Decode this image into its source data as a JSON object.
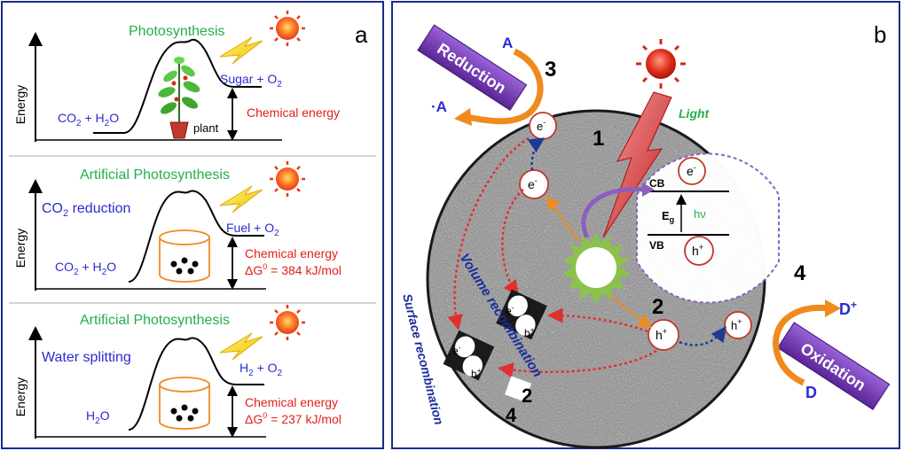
{
  "panel_a": {
    "label": "a",
    "axis_label": "Energy",
    "plant": {
      "title": "Photosynthesis",
      "reactant": "CO",
      "reactant_sub": "2",
      "reactant_tail": " + H",
      "reactant_sub2": "2",
      "reactant_end": "O",
      "product": "Sugar + O",
      "product_sub": "2",
      "object_label": "plant",
      "energy": "Chemical energy"
    },
    "co2": {
      "title": "Artificial Photosynthesis",
      "process": "CO",
      "process_sub": "2",
      "process_end": " reduction",
      "reactant": "CO",
      "reactant_sub": "2",
      "reactant_tail": " + H",
      "reactant_sub2": "2",
      "reactant_end": "O",
      "product": "Fuel + O",
      "product_sub": "2",
      "energy": "Chemical energy",
      "dg_prefix": "ΔG",
      "dg_sup": "0",
      "dg_value": " = 384 kJ/mol"
    },
    "water": {
      "title": "Artificial Photosynthesis",
      "process": "Water splitting",
      "reactant": "H",
      "reactant_sub": "2",
      "reactant_end": "O",
      "product": "H",
      "product_sub": "2",
      "product_tail": " + O",
      "product_sub2": "2",
      "energy": "Chemical energy",
      "dg_prefix": "ΔG",
      "dg_sup": "0",
      "dg_value": " = 237 kJ/mol"
    }
  },
  "panel_b": {
    "label": "b",
    "light": "Light",
    "reduction": "Reduction",
    "oxidation": "Oxidation",
    "acceptor": "A",
    "acceptor_reduced": "·A",
    "donor": "D",
    "donor_oxidized": "D",
    "donor_oxidized_sup": "+",
    "electron": "e",
    "electron_sup": "-",
    "hole": "h",
    "hole_sup": "+",
    "cb": "CB",
    "vb": "VB",
    "eg": "E",
    "eg_sub": "g",
    "hv": "hν",
    "volume_recombination": "Volume recombination",
    "surface_recombination": "Surface recombination",
    "steps": [
      "1",
      "2",
      "3",
      "4",
      "2",
      "4"
    ]
  },
  "colors": {
    "title_green": "#22b04b",
    "text_blue": "#2b2bd0",
    "energy_red": "#e0201b",
    "frame_navy": "#1a2c8c",
    "banner_purple": "#7a3fb8",
    "arrow_orange": "#f08a1e",
    "electron_ring": "#c0392b",
    "recomb_red": "#e03030",
    "transfer_navy": "#1f3a93"
  }
}
